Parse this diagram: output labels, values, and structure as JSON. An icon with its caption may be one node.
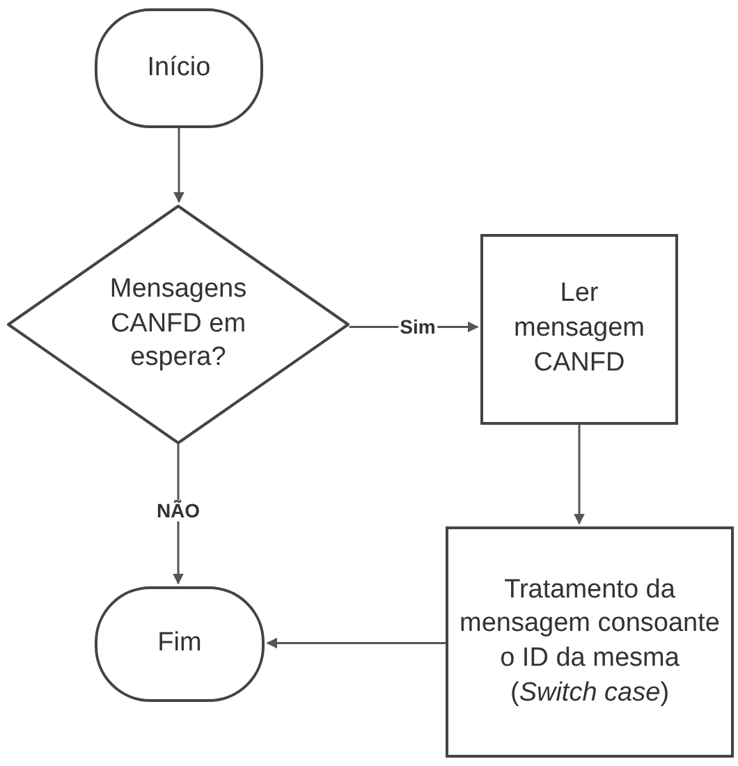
{
  "diagram": {
    "nodes": [
      {
        "text": [
          "Início"
        ]
      },
      {
        "text": [
          "Mensagens CANFD em espera?"
        ]
      },
      {
        "text": [
          "Ler mensagem CANFD"
        ]
      },
      {
        "text": [
          "Tratamento da mensagem consoante o ID da mesma (*Switch case*)"
        ]
      },
      {
        "text": [
          "Fim"
        ]
      }
    ],
    "edges": [
      {
        "from": 0,
        "to": 1,
        "arrow": "to"
      },
      {
        "from": 1,
        "to": 2,
        "arrow": "to",
        "label": "Sim"
      },
      {
        "from": 1,
        "to": 4,
        "arrow": "to",
        "label": "NÃO"
      },
      {
        "from": 2,
        "to": 3,
        "arrow": "to"
      },
      {
        "from": 3,
        "to": 4,
        "arrow": "to"
      }
    ]
  }
}
